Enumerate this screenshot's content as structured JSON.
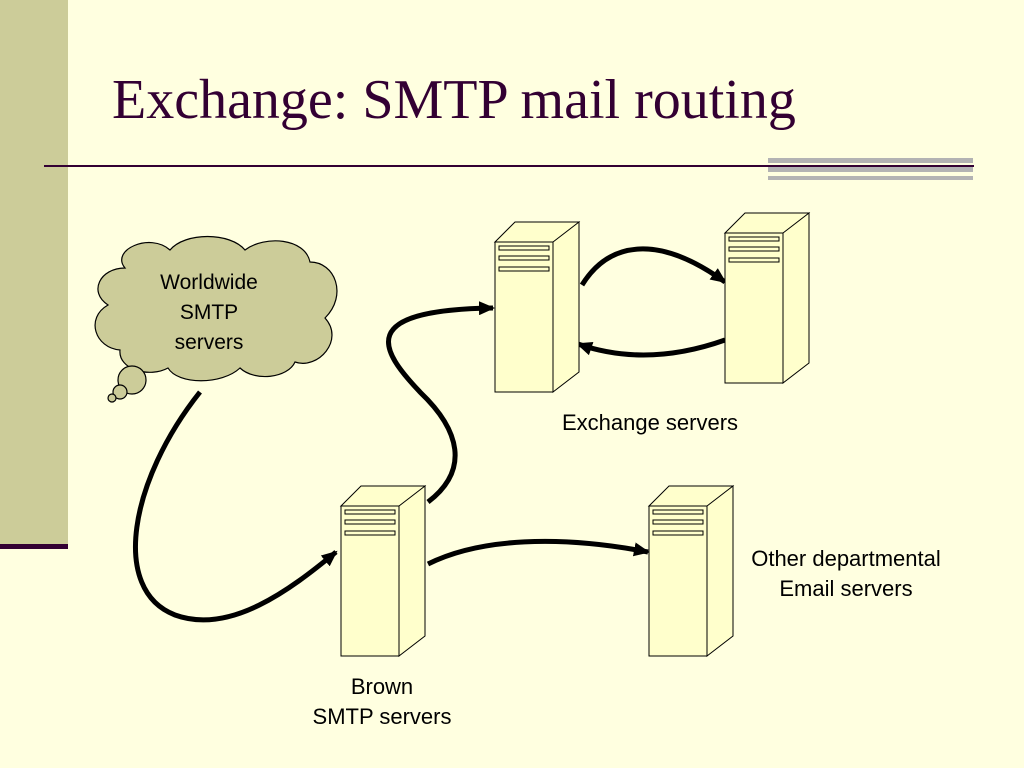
{
  "slide": {
    "title": "Exchange: SMTP mail routing",
    "colors": {
      "background": "#ffffe0",
      "left_band": "#cccc99",
      "title_text": "#330033",
      "server_face": "#ffffcc",
      "cloud_fill": "#cccc99",
      "arrow": "#000000"
    }
  },
  "diagram": {
    "cloud": {
      "icon": "thought-cloud-icon",
      "lines": [
        "Worldwide",
        "SMTP",
        "servers"
      ]
    },
    "servers": [
      {
        "id": "exchange-1",
        "icon": "server-tower-icon"
      },
      {
        "id": "exchange-2",
        "icon": "server-tower-icon"
      },
      {
        "id": "brown",
        "icon": "server-tower-icon"
      },
      {
        "id": "other",
        "icon": "server-tower-icon"
      }
    ],
    "labels": {
      "exchange": [
        "Exchange servers"
      ],
      "other": [
        "Other departmental",
        "Email servers"
      ],
      "brown": [
        "Brown",
        "SMTP servers"
      ]
    },
    "connections": [
      {
        "from": "cloud",
        "to": "brown"
      },
      {
        "from": "brown",
        "to": "exchange-1"
      },
      {
        "from": "brown",
        "to": "other"
      },
      {
        "from": "exchange-1",
        "to": "exchange-2"
      },
      {
        "from": "exchange-2",
        "to": "exchange-1"
      }
    ]
  }
}
